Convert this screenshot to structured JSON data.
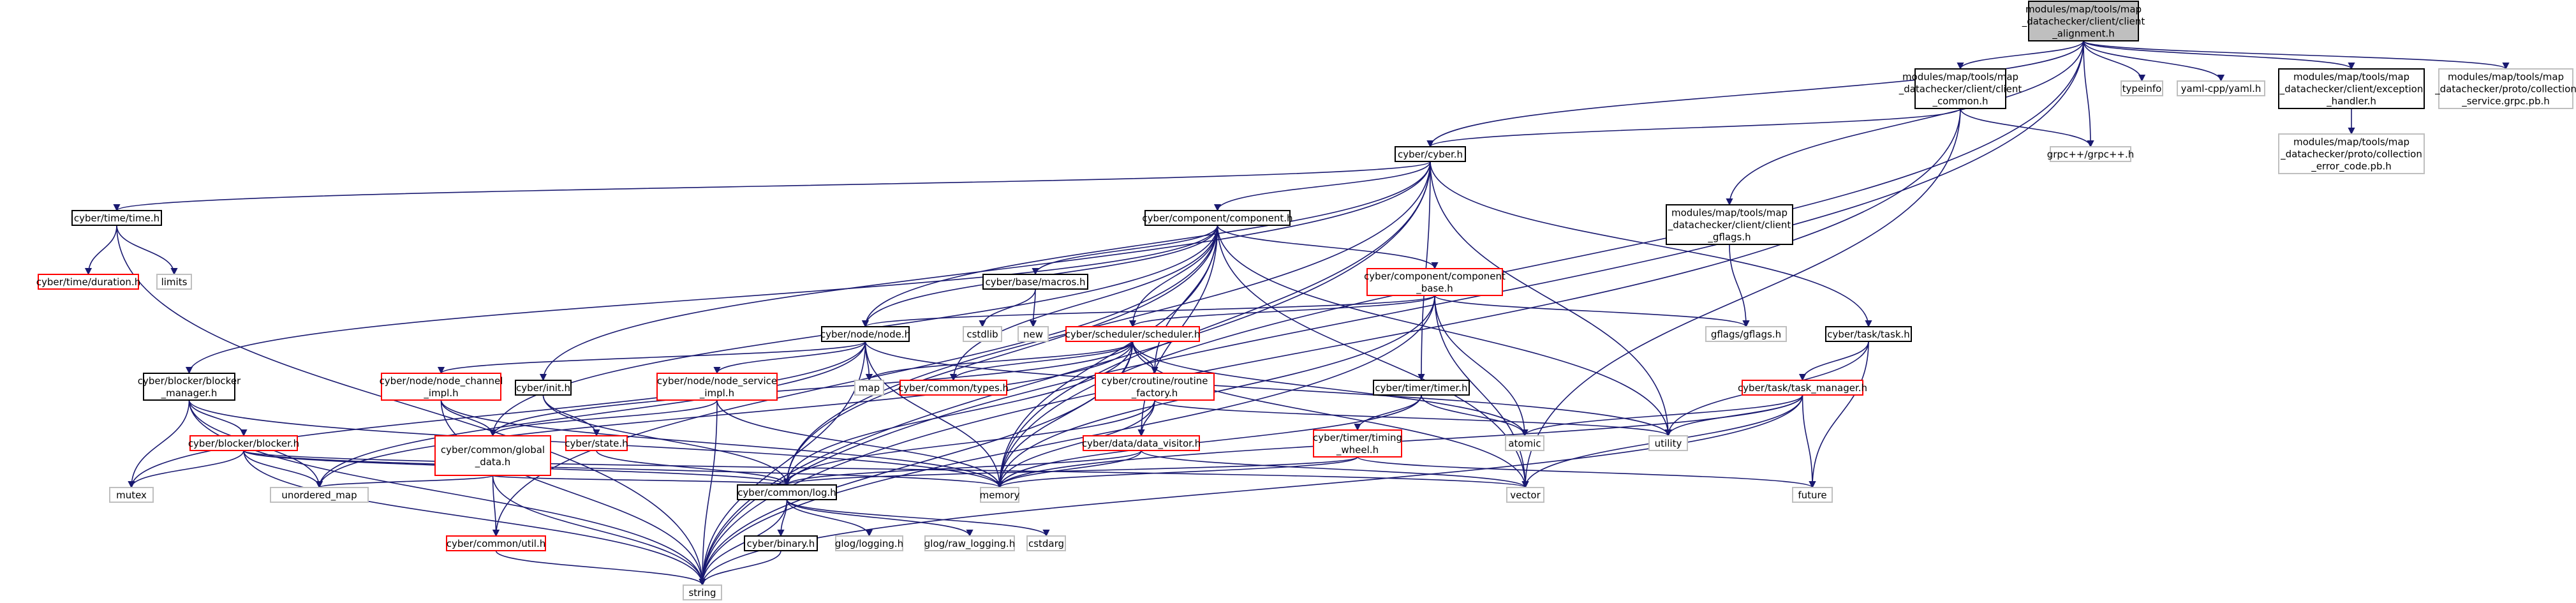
{
  "colors": {
    "root_fill": "#bfbfbf",
    "normal_stroke": "#000000",
    "missing_stroke": "#ff0000",
    "system_stroke": "#bfbfbf",
    "edge": "#191970",
    "text": "#000000"
  },
  "nodes": [
    {
      "id": "n_root",
      "style": "root",
      "lines": [
        "modules/map/tools/map",
        "_datachecker/client/client",
        "_alignment.h"
      ]
    },
    {
      "id": "n_client_common",
      "style": "normal",
      "lines": [
        "modules/map/tools/map",
        "_datachecker/client/client",
        "_common.h"
      ]
    },
    {
      "id": "n_typeinfo",
      "style": "system",
      "lines": [
        "typeinfo"
      ]
    },
    {
      "id": "n_yaml",
      "style": "system",
      "lines": [
        "yaml-cpp/yaml.h"
      ]
    },
    {
      "id": "n_exception",
      "style": "normal",
      "lines": [
        "modules/map/tools/map",
        "_datachecker/client/exception",
        "_handler.h"
      ]
    },
    {
      "id": "n_collection_grpc",
      "style": "system",
      "lines": [
        "modules/map/tools/map",
        "_datachecker/proto/collection",
        "_service.grpc.pb.h"
      ]
    },
    {
      "id": "n_cyber",
      "style": "normal",
      "lines": [
        "cyber/cyber.h"
      ]
    },
    {
      "id": "n_grpcpp",
      "style": "system",
      "lines": [
        "grpc++/grpc++.h"
      ]
    },
    {
      "id": "n_error_code",
      "style": "system",
      "lines": [
        "modules/map/tools/map",
        "_datachecker/proto/collection",
        "_error_code.pb.h"
      ]
    },
    {
      "id": "n_time",
      "style": "normal",
      "lines": [
        "cyber/time/time.h"
      ]
    },
    {
      "id": "n_component",
      "style": "normal",
      "lines": [
        "cyber/component/component.h"
      ]
    },
    {
      "id": "n_client_gflags",
      "style": "normal",
      "lines": [
        "modules/map/tools/map",
        "_datachecker/client/client",
        "_gflags.h"
      ]
    },
    {
      "id": "n_duration",
      "style": "missing",
      "lines": [
        "cyber/time/duration.h"
      ]
    },
    {
      "id": "n_limits",
      "style": "system",
      "lines": [
        "limits"
      ]
    },
    {
      "id": "n_macros",
      "style": "normal",
      "lines": [
        "cyber/base/macros.h"
      ]
    },
    {
      "id": "n_component_base",
      "style": "missing",
      "lines": [
        "cyber/component/component",
        "_base.h"
      ]
    },
    {
      "id": "n_cstdlib",
      "style": "system",
      "lines": [
        "cstdlib"
      ]
    },
    {
      "id": "n_new",
      "style": "system",
      "lines": [
        "new"
      ]
    },
    {
      "id": "n_gflags",
      "style": "system",
      "lines": [
        "gflags/gflags.h"
      ]
    },
    {
      "id": "n_task",
      "style": "normal",
      "lines": [
        "cyber/task/task.h"
      ]
    },
    {
      "id": "n_node",
      "style": "normal",
      "lines": [
        "cyber/node/node.h"
      ]
    },
    {
      "id": "n_scheduler",
      "style": "missing",
      "lines": [
        "cyber/scheduler/scheduler.h"
      ]
    },
    {
      "id": "n_blocker_manager",
      "style": "normal",
      "lines": [
        "cyber/blocker/blocker",
        "_manager.h"
      ]
    },
    {
      "id": "n_node_channel",
      "style": "missing",
      "lines": [
        "cyber/node/node_channel",
        "_impl.h"
      ]
    },
    {
      "id": "n_init",
      "style": "normal",
      "lines": [
        "cyber/init.h"
      ]
    },
    {
      "id": "n_node_service",
      "style": "missing",
      "lines": [
        "cyber/node/node_service",
        "_impl.h"
      ]
    },
    {
      "id": "n_map",
      "style": "system",
      "lines": [
        "map"
      ]
    },
    {
      "id": "n_types",
      "style": "missing",
      "lines": [
        "cyber/common/types.h"
      ]
    },
    {
      "id": "n_routine_factory",
      "style": "missing",
      "lines": [
        "cyber/croutine/routine",
        "_factory.h"
      ]
    },
    {
      "id": "n_timer",
      "style": "normal",
      "lines": [
        "cyber/timer/timer.h"
      ]
    },
    {
      "id": "n_task_manager",
      "style": "missing",
      "lines": [
        "cyber/task/task_manager.h"
      ]
    },
    {
      "id": "n_blocker",
      "style": "missing",
      "lines": [
        "cyber/blocker/blocker.h"
      ]
    },
    {
      "id": "n_state",
      "style": "missing",
      "lines": [
        "cyber/state.h"
      ]
    },
    {
      "id": "n_global_data",
      "style": "missing",
      "lines": [
        "cyber/common/global",
        "_data.h"
      ]
    },
    {
      "id": "n_data_visitor",
      "style": "missing",
      "lines": [
        "cyber/data/data_visitor.h"
      ]
    },
    {
      "id": "n_timing_wheel",
      "style": "missing",
      "lines": [
        "cyber/timer/timing",
        "_wheel.h"
      ]
    },
    {
      "id": "n_atomic",
      "style": "system",
      "lines": [
        "atomic"
      ]
    },
    {
      "id": "n_utility",
      "style": "system",
      "lines": [
        "utility"
      ]
    },
    {
      "id": "n_mutex",
      "style": "system",
      "lines": [
        "mutex"
      ]
    },
    {
      "id": "n_unordered_map",
      "style": "system",
      "lines": [
        "unordered_map"
      ]
    },
    {
      "id": "n_memory",
      "style": "system",
      "lines": [
        "memory"
      ]
    },
    {
      "id": "n_log",
      "style": "normal",
      "lines": [
        "cyber/common/log.h"
      ]
    },
    {
      "id": "n_vector",
      "style": "system",
      "lines": [
        "vector"
      ]
    },
    {
      "id": "n_future",
      "style": "system",
      "lines": [
        "future"
      ]
    },
    {
      "id": "n_util",
      "style": "missing",
      "lines": [
        "cyber/common/util.h"
      ]
    },
    {
      "id": "n_binary",
      "style": "normal",
      "lines": [
        "cyber/binary.h"
      ]
    },
    {
      "id": "n_glog",
      "style": "system",
      "lines": [
        "glog/logging.h"
      ]
    },
    {
      "id": "n_glog_raw",
      "style": "system",
      "lines": [
        "glog/raw_logging.h"
      ]
    },
    {
      "id": "n_cstdarg",
      "style": "system",
      "lines": [
        "cstdarg"
      ]
    },
    {
      "id": "n_string",
      "style": "system",
      "lines": [
        "string"
      ]
    }
  ],
  "edges": [
    [
      "n_root",
      "n_client_common"
    ],
    [
      "n_root",
      "n_typeinfo"
    ],
    [
      "n_root",
      "n_yaml"
    ],
    [
      "n_root",
      "n_exception"
    ],
    [
      "n_root",
      "n_collection_grpc"
    ],
    [
      "n_root",
      "n_cyber"
    ],
    [
      "n_root",
      "n_grpcpp"
    ],
    [
      "n_root",
      "n_client_gflags"
    ],
    [
      "n_root",
      "n_memory"
    ],
    [
      "n_root",
      "n_string"
    ],
    [
      "n_client_common",
      "n_cyber"
    ],
    [
      "n_client_common",
      "n_grpcpp"
    ],
    [
      "n_client_common",
      "n_vector"
    ],
    [
      "n_client_common",
      "n_string"
    ],
    [
      "n_exception",
      "n_error_code"
    ],
    [
      "n_cyber",
      "n_time"
    ],
    [
      "n_cyber",
      "n_component"
    ],
    [
      "n_cyber",
      "n_init"
    ],
    [
      "n_cyber",
      "n_node"
    ],
    [
      "n_cyber",
      "n_task"
    ],
    [
      "n_cyber",
      "n_timer"
    ],
    [
      "n_cyber",
      "n_log"
    ],
    [
      "n_cyber",
      "n_memory"
    ],
    [
      "n_cyber",
      "n_string"
    ],
    [
      "n_cyber",
      "n_utility"
    ],
    [
      "n_time",
      "n_duration"
    ],
    [
      "n_time",
      "n_limits"
    ],
    [
      "n_time",
      "n_string"
    ],
    [
      "n_component",
      "n_macros"
    ],
    [
      "n_component",
      "n_component_base"
    ],
    [
      "n_component",
      "n_node"
    ],
    [
      "n_component",
      "n_scheduler"
    ],
    [
      "n_component",
      "n_blocker_manager"
    ],
    [
      "n_component",
      "n_types"
    ],
    [
      "n_component",
      "n_global_data"
    ],
    [
      "n_component",
      "n_routine_factory"
    ],
    [
      "n_component",
      "n_data_visitor"
    ],
    [
      "n_component",
      "n_log"
    ],
    [
      "n_component",
      "n_util"
    ],
    [
      "n_component",
      "n_memory"
    ],
    [
      "n_component",
      "n_vector"
    ],
    [
      "n_component",
      "n_utility"
    ],
    [
      "n_client_gflags",
      "n_gflags"
    ],
    [
      "n_macros",
      "n_cstdlib"
    ],
    [
      "n_macros",
      "n_new"
    ],
    [
      "n_component_base",
      "n_gflags"
    ],
    [
      "n_component_base",
      "n_node"
    ],
    [
      "n_component_base",
      "n_scheduler"
    ],
    [
      "n_component_base",
      "n_atomic"
    ],
    [
      "n_component_base",
      "n_memory"
    ],
    [
      "n_component_base",
      "n_vector"
    ],
    [
      "n_component_base",
      "n_string"
    ],
    [
      "n_task",
      "n_task_manager"
    ],
    [
      "n_task",
      "n_future"
    ],
    [
      "n_task",
      "n_utility"
    ],
    [
      "n_node",
      "n_node_channel"
    ],
    [
      "n_node",
      "n_node_service"
    ],
    [
      "n_node",
      "n_map"
    ],
    [
      "n_node",
      "n_memory"
    ],
    [
      "n_node",
      "n_string"
    ],
    [
      "n_node",
      "n_utility"
    ],
    [
      "n_node",
      "n_mutex"
    ],
    [
      "n_node",
      "n_unordered_map"
    ],
    [
      "n_scheduler",
      "n_types"
    ],
    [
      "n_scheduler",
      "n_routine_factory"
    ],
    [
      "n_scheduler",
      "n_global_data"
    ],
    [
      "n_scheduler",
      "n_log"
    ],
    [
      "n_scheduler",
      "n_atomic"
    ],
    [
      "n_scheduler",
      "n_map"
    ],
    [
      "n_scheduler",
      "n_memory"
    ],
    [
      "n_scheduler",
      "n_string"
    ],
    [
      "n_scheduler",
      "n_vector"
    ],
    [
      "n_scheduler",
      "n_unordered_map"
    ],
    [
      "n_blocker_manager",
      "n_blocker"
    ],
    [
      "n_blocker_manager",
      "n_memory"
    ],
    [
      "n_blocker_manager",
      "n_mutex"
    ],
    [
      "n_blocker_manager",
      "n_string"
    ],
    [
      "n_blocker_manager",
      "n_unordered_map"
    ],
    [
      "n_node_channel",
      "n_global_data"
    ],
    [
      "n_node_channel",
      "n_memory"
    ],
    [
      "n_node_channel",
      "n_string"
    ],
    [
      "n_init",
      "n_state"
    ],
    [
      "n_init",
      "n_log"
    ],
    [
      "n_node_service",
      "n_global_data"
    ],
    [
      "n_node_service",
      "n_memory"
    ],
    [
      "n_node_service",
      "n_string"
    ],
    [
      "n_routine_factory",
      "n_data_visitor"
    ],
    [
      "n_routine_factory",
      "n_log"
    ],
    [
      "n_routine_factory",
      "n_memory"
    ],
    [
      "n_routine_factory",
      "n_utility"
    ],
    [
      "n_timer",
      "n_timing_wheel"
    ],
    [
      "n_timer",
      "n_atomic"
    ],
    [
      "n_timer",
      "n_memory"
    ],
    [
      "n_task_manager",
      "n_atomic"
    ],
    [
      "n_task_manager",
      "n_future"
    ],
    [
      "n_task_manager",
      "n_memory"
    ],
    [
      "n_task_manager",
      "n_string"
    ],
    [
      "n_task_manager",
      "n_utility"
    ],
    [
      "n_task_manager",
      "n_vector"
    ],
    [
      "n_blocker",
      "n_log"
    ],
    [
      "n_blocker",
      "n_mutex"
    ],
    [
      "n_blocker",
      "n_memory"
    ],
    [
      "n_blocker",
      "n_unordered_map"
    ],
    [
      "n_blocker",
      "n_string"
    ],
    [
      "n_blocker",
      "n_vector"
    ],
    [
      "n_state",
      "n_log"
    ],
    [
      "n_global_data",
      "n_log"
    ],
    [
      "n_global_data",
      "n_util"
    ],
    [
      "n_global_data",
      "n_string"
    ],
    [
      "n_global_data",
      "n_unordered_map"
    ],
    [
      "n_data_visitor",
      "n_log"
    ],
    [
      "n_data_visitor",
      "n_memory"
    ],
    [
      "n_data_visitor",
      "n_vector"
    ],
    [
      "n_timing_wheel",
      "n_log"
    ],
    [
      "n_timing_wheel",
      "n_future"
    ],
    [
      "n_timing_wheel",
      "n_memory"
    ],
    [
      "n_util",
      "n_string"
    ],
    [
      "n_log",
      "n_binary"
    ],
    [
      "n_log",
      "n_glog"
    ],
    [
      "n_log",
      "n_glog_raw"
    ],
    [
      "n_log",
      "n_cstdarg"
    ],
    [
      "n_log",
      "n_string"
    ],
    [
      "n_binary",
      "n_string"
    ]
  ]
}
